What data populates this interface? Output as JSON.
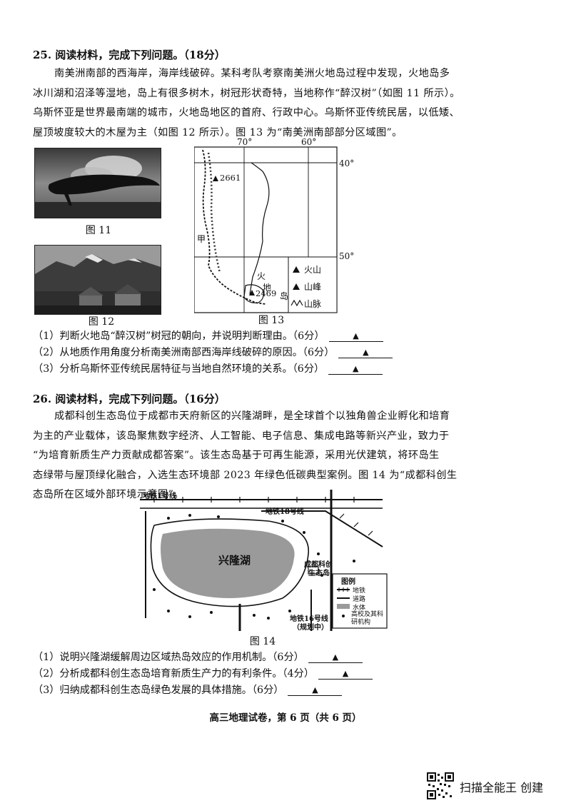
{
  "q25": {
    "title": "25. 阅读材料，完成下列问题。（18分）",
    "paragraph": [
      "南美洲南部的西海岸，海岸线破碎。某科考队考察南美洲火地岛过程中发现，火地岛多",
      "冰川湖和沼泽等湿地，岛上有很多树木，树冠形状奇特，当地称作“醉汉树”（如图 11 所示）。",
      "乌斯怀亚是世界最南端的城市，火地岛地区的首府、行政中心。乌斯怀亚传统民居，以低矮、",
      "屋顶坡度较大的木屋为主（如图 12 所示）。图 13 为“南美洲南部部分区域图”。"
    ],
    "fig11_caption": "图 11",
    "fig12_caption": "图 12",
    "fig13_caption": "图 13",
    "map": {
      "lon_70": "70°",
      "lon_60": "60°",
      "lat_40": "40°",
      "lat_50": "50°",
      "peak1": "2661",
      "peak2": "2469",
      "label_jia": "甲",
      "island_1": "火",
      "island_2": "地",
      "island_3": "岛",
      "legend": [
        "火山",
        "山峰",
        "山脉"
      ]
    },
    "questions": [
      "（1）判断火地岛“醉汉树”树冠的朝向，并说明判断理由。（6分）",
      "（2）从地质作用角度分析南美洲南部西海岸线破碎的原因。（6分）",
      "（3）分析乌斯怀亚传统民居特征与当地自然环境的关系。（6分）"
    ]
  },
  "q26": {
    "title": "26. 阅读材料，完成下列问题。（16分）",
    "paragraph": [
      "成都科创生态岛位于成都市天府新区的兴隆湖畔，是全球首个以独角兽企业孵化和培育",
      "为主的产业载体，该岛聚焦数字经济、人工智能、电子信息、集成电路等新兴产业，致力于",
      "“为培育新质生产力贡献成都答案”。该生态岛基于可再生能源，采用光伏建筑，将环岛生",
      "态绿带与屋顶绿化融合，入选生态环境部 2023 年绿色低碳典型案例。图 14 为“成都科创生",
      "态岛所在区域外部环境示意图”。"
    ],
    "fig14_caption": "图 14",
    "map": {
      "metro1": "地铁1号线",
      "metro18": "地铁18号线",
      "metro16_a": "地铁16号线",
      "metro16_b": "（规划中）",
      "lake": "兴隆湖",
      "island_a": "成都科创",
      "island_b": "生态岛",
      "legend_title": "图例",
      "legend": [
        "地铁",
        "道路",
        "水体",
        "高校及其科研机构"
      ]
    },
    "questions": [
      "（1）说明兴隆湖缓解周边区域热岛效应的作用机制。（6分）",
      "（2）分析成都科创生态岛培育新质生产力的有利条件。（4分）",
      "（3）归纳成都科创生态岛绿色发展的具体措施。（6分）"
    ]
  },
  "answer_mark": "▲",
  "footer": "高三地理试卷，第 6 页（共 6 页）",
  "watermark": "扫描全能王 创建"
}
